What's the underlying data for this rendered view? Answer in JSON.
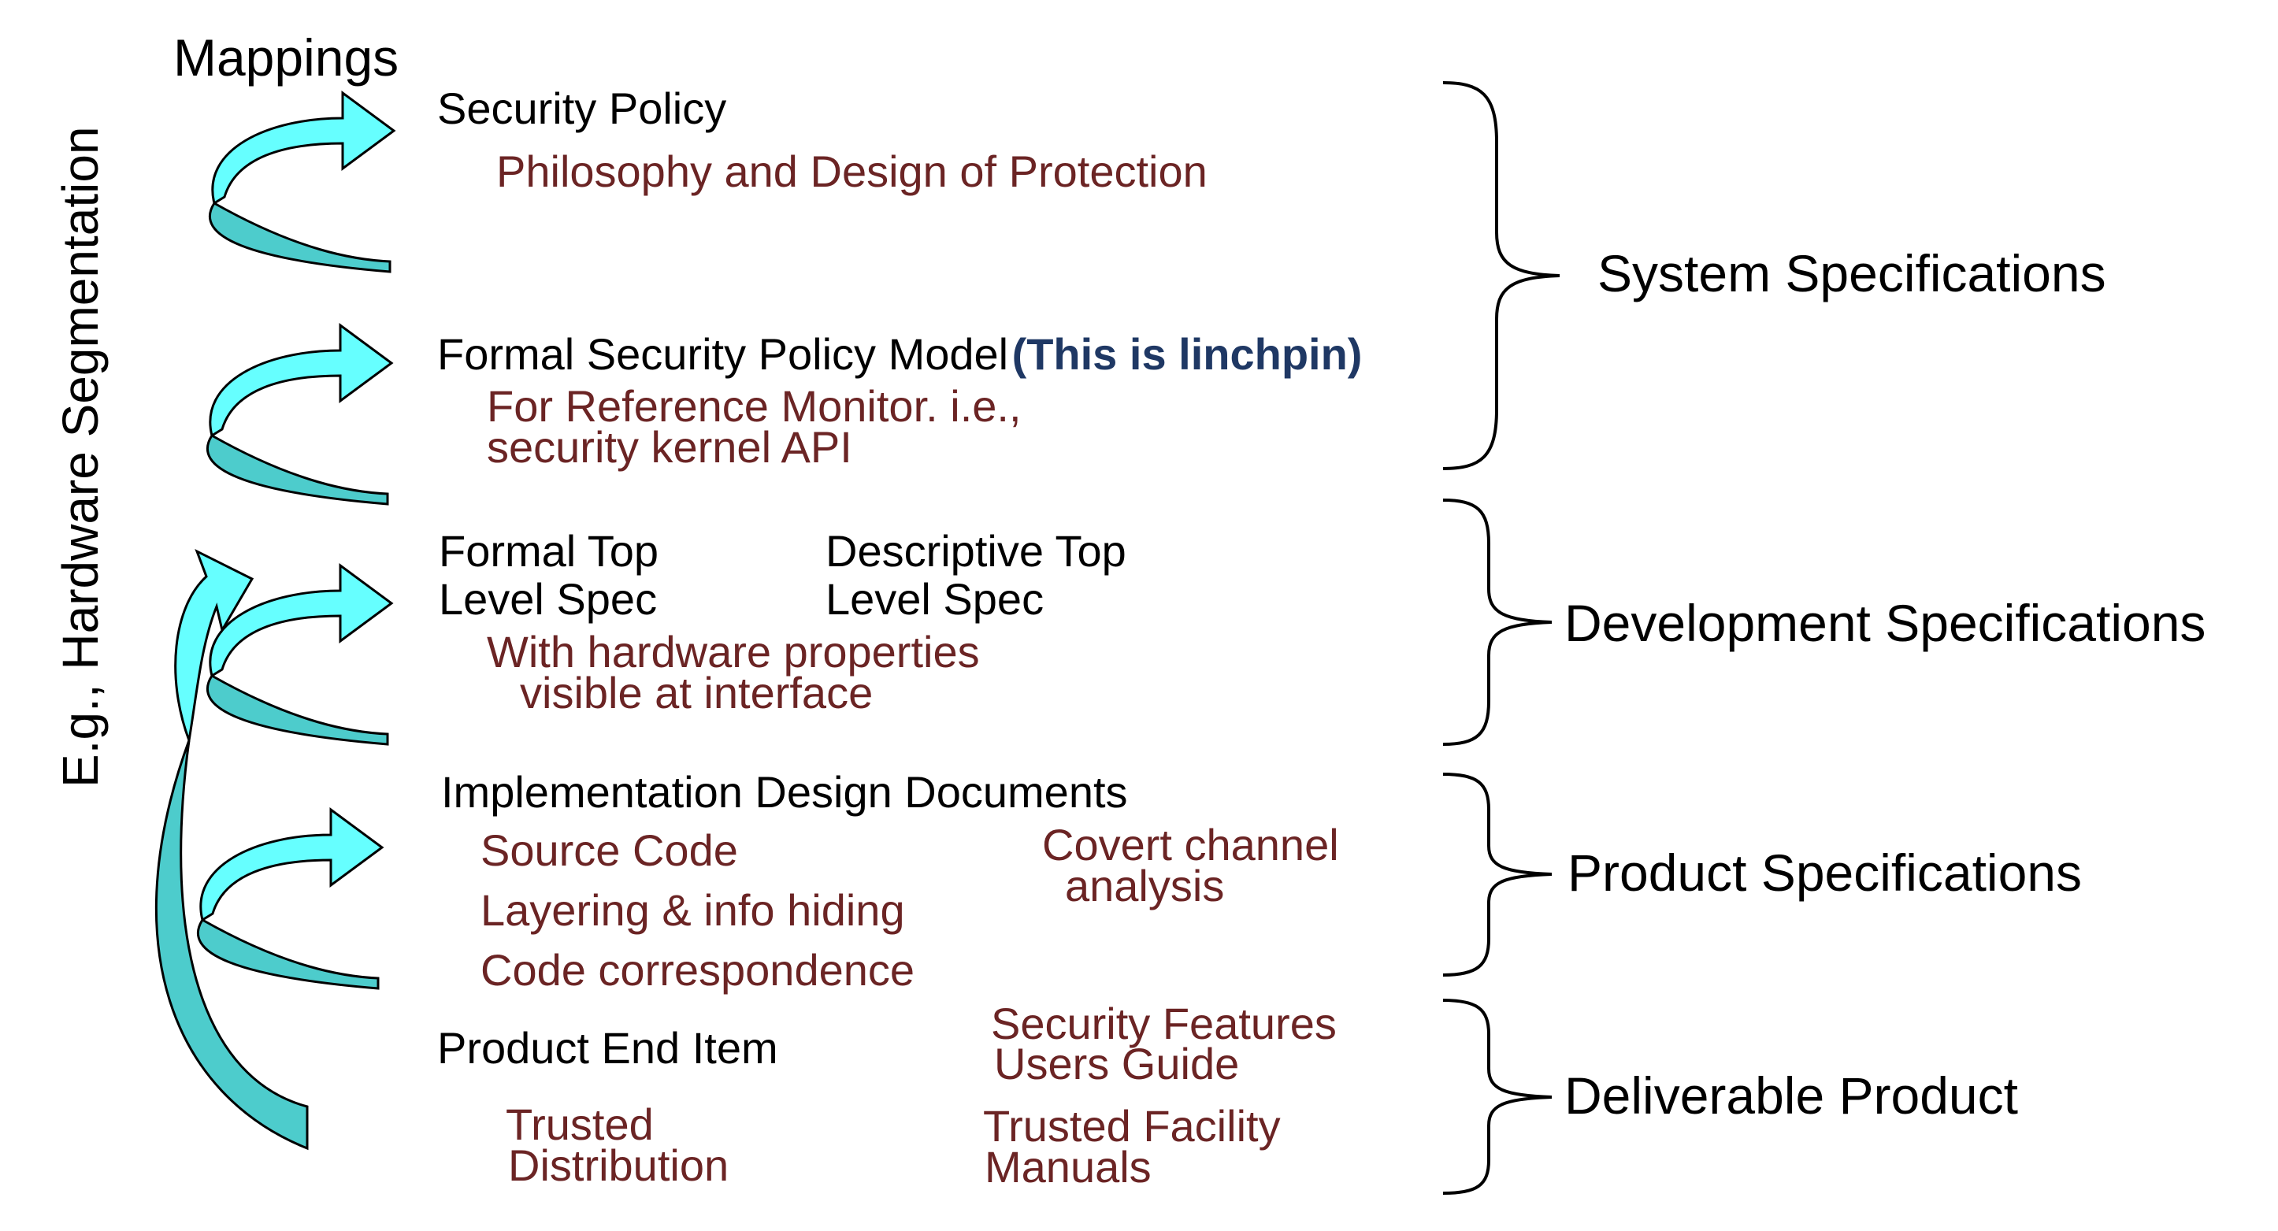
{
  "mappings_label": "Mappings",
  "vertical_label": "E.g., Hardware Segmentation",
  "levels": {
    "security_policy": {
      "title": "Security Policy",
      "detail": "Philosophy and Design of Protection"
    },
    "formal_model": {
      "title": "Formal Security Policy Model",
      "note": "(This is linchpin)",
      "detail_line1": "For Reference  Monitor. i.e.,",
      "detail_line2": "security kernel  API"
    },
    "top_level_spec": {
      "formal_line1": "Formal Top",
      "formal_line2": "Level Spec",
      "descriptive_line1": "Descriptive Top",
      "descriptive_line2": "Level Spec",
      "detail_line1": "With hardware  properties",
      "detail_line2": "visible at interface"
    },
    "implementation": {
      "title": "Implementation  Design  Documents",
      "items": [
        "Source Code",
        "Layering & info hiding",
        "Code correspondence"
      ],
      "side_line1": "Covert channel",
      "side_line2": "analysis"
    },
    "end_item": {
      "title": "Product End Item",
      "features_line1": "Security Features",
      "features_line2": "Users Guide",
      "distribution_line1": "Trusted",
      "distribution_line2": "Distribution",
      "facility_line1": "Trusted Facility",
      "facility_line2": "Manuals"
    }
  },
  "categories": {
    "system": "System Specifications",
    "development": "Development Specifications",
    "product": "Product Specifications",
    "deliverable": "Deliverable Product"
  },
  "colors": {
    "arrow_light": "#66ffff",
    "arrow_dark": "#4dcccc",
    "detail_text": "#6b2424",
    "note_text": "#1f3864"
  }
}
